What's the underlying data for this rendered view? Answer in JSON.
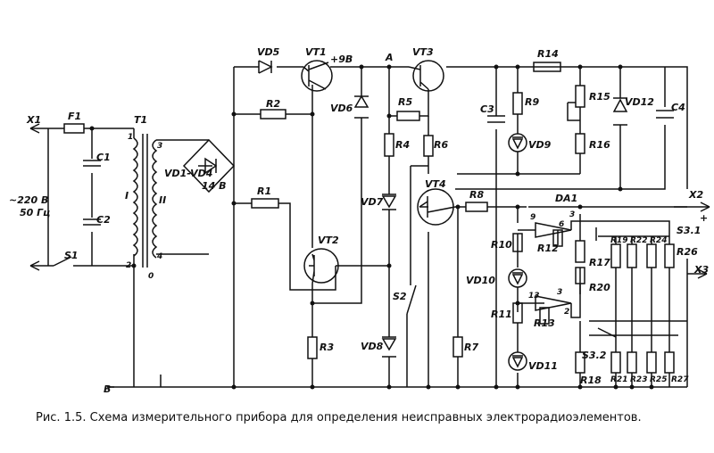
{
  "labels": {
    "X1": "X1",
    "F1": "F1",
    "T1": "T1",
    "C1": "C1",
    "C2": "C2",
    "S1": "S1",
    "mains_v": "~220 В",
    "mains_f": "50 Гц",
    "w1": "I",
    "w2": "II",
    "p1": "1",
    "p2": "2",
    "p3": "3",
    "p4": "4",
    "p0": "0",
    "bridge": "VD1-VD4",
    "bridge_v": "14 В",
    "VD5": "VD5",
    "VT1": "VT1",
    "v9": "+9В",
    "R2": "R2",
    "R1": "R1",
    "VT2": "VT2",
    "R3": "R3",
    "VD6": "VD6",
    "A": "A",
    "VT3": "VT3",
    "R5": "R5",
    "R4": "R4",
    "R6": "R6",
    "VD7": "VD7",
    "S2": "S2",
    "VD8": "VD8",
    "VT4": "VT4",
    "R7": "R7",
    "R8": "R8",
    "R14": "R14",
    "C3": "C3",
    "R9": "R9",
    "VD9": "VD9",
    "R15": "R15",
    "R16": "R16",
    "VD12": "VD12",
    "C4": "C4",
    "X2": "X2",
    "plus": "+",
    "DA1": "DA1",
    "p9": "9",
    "p6": "6",
    "p3b": "3",
    "p13": "13",
    "p3c": "3",
    "p2b": "2",
    "R10": "R10",
    "R12": "R12",
    "VD10": "VD10",
    "R11": "R11",
    "R13": "R13",
    "VD11": "VD11",
    "R17": "R17",
    "R20": "R20",
    "S3_1": "S3.1",
    "S3_2": "S3.2",
    "R18": "R18",
    "R19": "R19",
    "R22": "R22",
    "R24": "R24",
    "R26": "R26",
    "X3": "X3",
    "R21": "R21",
    "R23": "R23",
    "R25": "R25",
    "R27": "R27",
    "B": "В"
  },
  "caption": "Рис. 1.5. Схема измерительного прибора для определения неисправных электрорадиоэлементов."
}
